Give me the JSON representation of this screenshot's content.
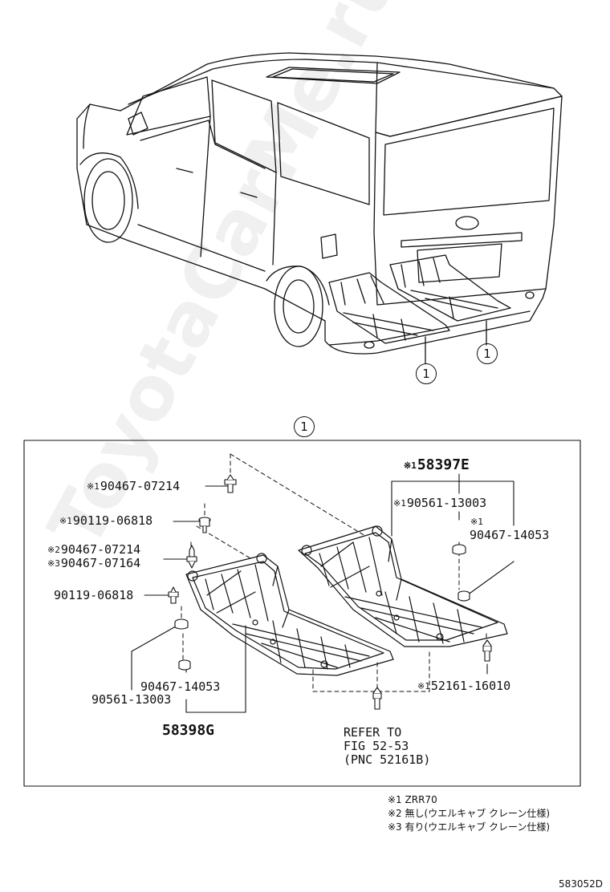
{
  "callouts": {
    "ref_1": "1",
    "ref_2": "1",
    "detail": "1"
  },
  "detail_box": {
    "labels": {
      "p58397E": {
        "mark": "※1",
        "text": "58397E"
      },
      "p90467_07214_a": {
        "mark": "※1",
        "text": "90467-07214"
      },
      "p90119_06818_a": {
        "mark": "※1",
        "text": "90119-06818"
      },
      "p90467_07214_b": {
        "mark": "※2",
        "text": "90467-07214"
      },
      "p90467_07164": {
        "mark": "※3",
        "text": "90467-07164"
      },
      "p90119_06818_b": {
        "mark": "",
        "text": "90119-06818"
      },
      "p90561_13003_a": {
        "mark": "※1",
        "text": "90561-13003"
      },
      "p90467_14053_a": {
        "mark": "※1",
        "text": "90467-14053"
      },
      "p90467_14053_b": {
        "mark": "",
        "text": "90467-14053"
      },
      "p90561_13003_b": {
        "mark": "",
        "text": "90561-13003"
      },
      "p58398G": {
        "mark": "",
        "text": "58398G"
      },
      "p52161_16010": {
        "mark": "※1",
        "text": "52161-16010"
      },
      "refer_1": "REFER TO",
      "refer_2": "FIG 52-53",
      "refer_3": "(PNC 52161B)"
    }
  },
  "notes": [
    {
      "mark": "※1",
      "text": "ZRR70"
    },
    {
      "mark": "※2",
      "text": "無し(ウエルキャブ クレーン仕様)"
    },
    {
      "mark": "※3",
      "text": "有り(ウエルキャブ クレーン仕様)"
    }
  ],
  "diagram_code": "583052D",
  "watermark": "ToyotaCarMe.ru"
}
